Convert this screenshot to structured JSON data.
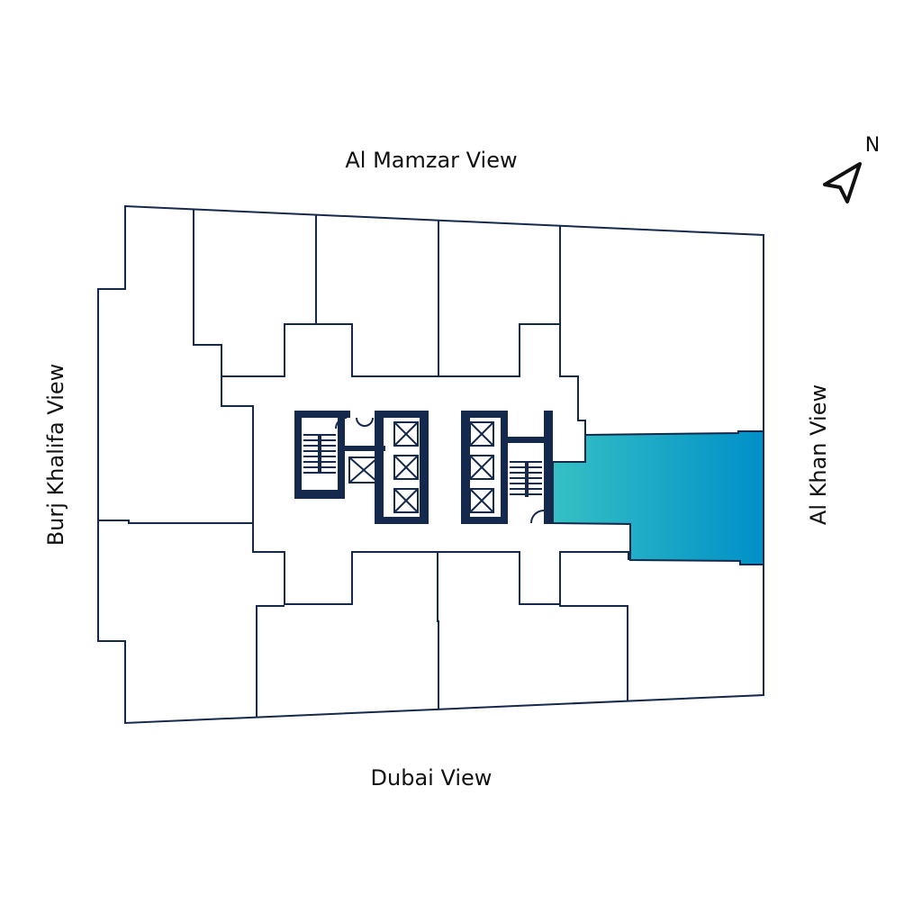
{
  "views": {
    "north": "Al Mamzar View",
    "south": "Dubai View",
    "west": "Burj Khalifa View",
    "east": "Al Khan View"
  },
  "compass": {
    "label": "N",
    "icon": "north-arrow-icon"
  },
  "highlight": {
    "gradient_start": "#36c0c4",
    "gradient_end": "#0090c8"
  },
  "colors": {
    "wall": "#14294b"
  }
}
